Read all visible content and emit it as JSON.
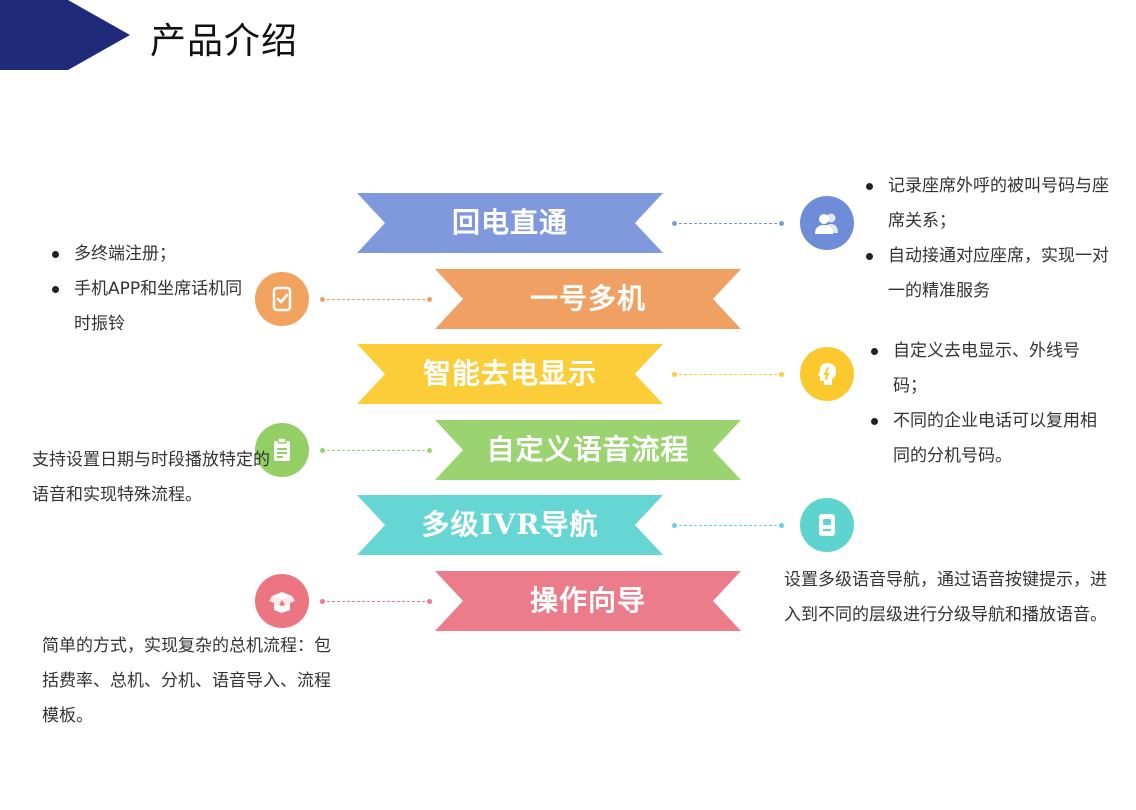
{
  "header": {
    "title": "产品介绍",
    "accent_color": "#1f2a7a"
  },
  "features": [
    {
      "label": "回电直通",
      "color": "#7f99dc"
    },
    {
      "label": "一号多机",
      "color": "#f0a062"
    },
    {
      "label": "智能去电显示",
      "color": "#fbce39"
    },
    {
      "label": "自定义语音流程",
      "color": "#9ad36f"
    },
    {
      "label": "多级IVR导航",
      "color": "#65d6d3"
    },
    {
      "label": "操作向导",
      "color": "#ec7c8a"
    }
  ],
  "icons": [
    {
      "name": "users-icon",
      "color": "#6f8cd8"
    },
    {
      "name": "phone-check-icon",
      "color": "#f2a25f"
    },
    {
      "name": "lightbulb-head-icon",
      "color": "#fbc92d"
    },
    {
      "name": "clipboard-icon",
      "color": "#93cf64"
    },
    {
      "name": "ivr-device-icon",
      "color": "#5dd4cf"
    },
    {
      "name": "open-box-icon",
      "color": "#ec7581"
    }
  ],
  "descriptions": {
    "callback": {
      "items": [
        "记录座席外呼的被叫号码与座席关系；",
        "自动接通对应座席，实现一对一的精准服务"
      ]
    },
    "multi_device": {
      "items": [
        "多终端注册；",
        "手机APP和坐席话机同时振铃"
      ]
    },
    "caller_id": {
      "items": [
        "自定义去电显示、外线号码；",
        "不同的企业电话可以复用相同的分机号码。"
      ]
    },
    "voice_flow": {
      "text": "支持设置日期与时段播放特定的语音和实现特殊流程。"
    },
    "ivr": {
      "text": "设置多级语音导航，通过语音按键提示，进入到不同的层级进行分级导航和播放语音。"
    },
    "wizard": {
      "text": "简单的方式，实现复杂的总机流程：包括费率、总机、分机、语音导入、流程模板。"
    }
  }
}
